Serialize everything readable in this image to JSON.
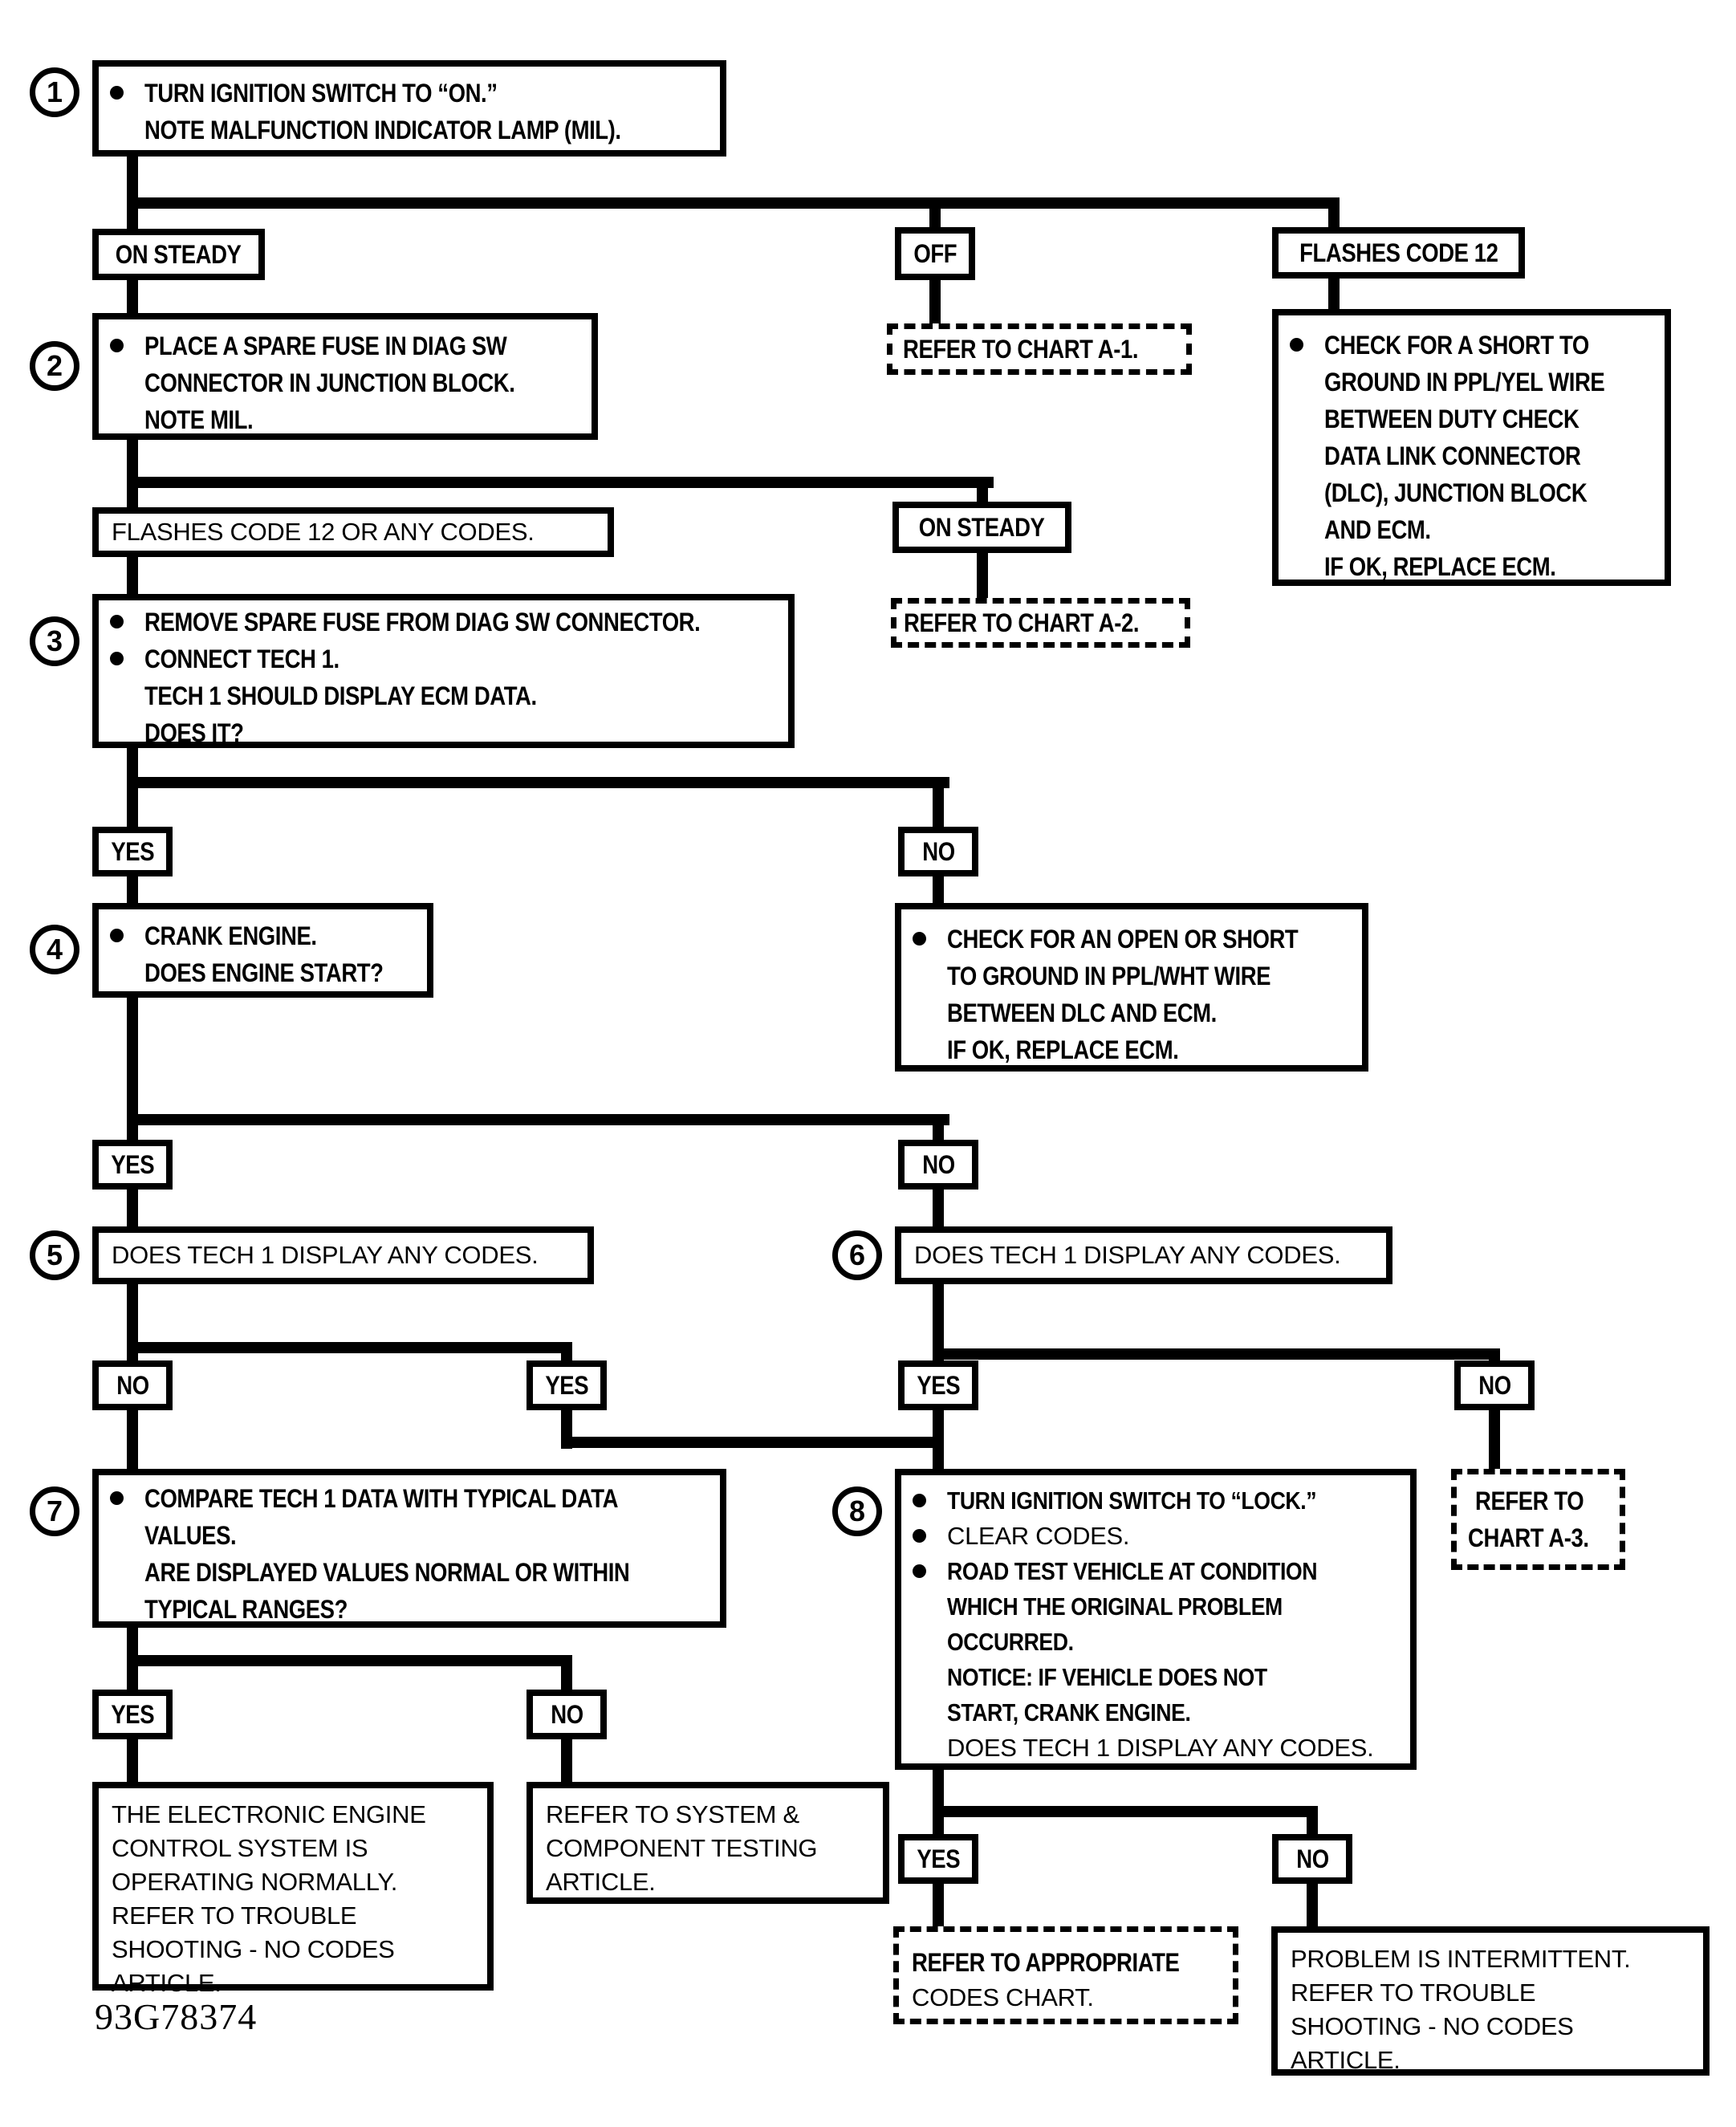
{
  "figure_code": "93G78374",
  "colors": {
    "ink": "#000000",
    "paper": "#ffffff"
  },
  "steps": {
    "s1": "1",
    "s2": "2",
    "s3": "3",
    "s4": "4",
    "s5": "5",
    "s6": "6",
    "s7": "7",
    "s8": "8"
  },
  "labels": {
    "yes": "YES",
    "no": "NO",
    "on_steady": "ON STEADY",
    "off": "OFF",
    "flashes_code_12": "FLASHES CODE 12",
    "flashes_code_12_or_any": "FLASHES CODE 12 OR ANY CODES.",
    "on_steady_2": "ON STEADY"
  },
  "boxes": {
    "step1": {
      "lines": [
        "TURN IGNITION SWITCH TO “ON.”",
        "NOTE MALFUNCTION INDICATOR LAMP (MIL)."
      ]
    },
    "refer_a1": {
      "lines": [
        "REFER TO CHART A-1."
      ]
    },
    "check_short_ground": {
      "lines": [
        "CHECK FOR A SHORT TO",
        "GROUND IN PPL/YEL WIRE",
        "BETWEEN DUTY CHECK",
        "DATA LINK CONNECTOR",
        "(DLC), JUNCTION BLOCK",
        "AND ECM.",
        "IF OK, REPLACE ECM."
      ]
    },
    "step2": {
      "lines": [
        "PLACE A SPARE FUSE IN DIAG SW",
        "CONNECTOR IN JUNCTION BLOCK.",
        "NOTE MIL."
      ]
    },
    "refer_a2": {
      "lines": [
        "REFER TO CHART A-2."
      ]
    },
    "step3": {
      "lines": [
        "REMOVE SPARE FUSE FROM DIAG SW CONNECTOR.",
        "CONNECT TECH 1.",
        "TECH 1 SHOULD DISPLAY ECM DATA.",
        "DOES IT?"
      ]
    },
    "step4": {
      "lines": [
        "CRANK ENGINE.",
        "DOES ENGINE START?"
      ]
    },
    "check_open_short": {
      "lines": [
        "CHECK FOR AN OPEN OR SHORT",
        "TO GROUND IN PPL/WHT WIRE",
        "BETWEEN DLC AND ECM.",
        "IF OK, REPLACE ECM."
      ]
    },
    "step5": {
      "lines": [
        "DOES TECH 1 DISPLAY ANY CODES."
      ]
    },
    "step6": {
      "lines": [
        "DOES TECH 1 DISPLAY ANY CODES."
      ]
    },
    "step7": {
      "lines": [
        "COMPARE TECH 1 DATA WITH TYPICAL DATA",
        "VALUES.",
        "ARE DISPLAYED VALUES NORMAL OR WITHIN",
        "TYPICAL RANGES?"
      ]
    },
    "step8": {
      "lines": [
        "TURN IGNITION SWITCH TO “LOCK.”",
        "CLEAR CODES.",
        "ROAD TEST VEHICLE AT CONDITION",
        "WHICH THE ORIGINAL PROBLEM",
        "OCCURRED.",
        "NOTICE:  IF VEHICLE DOES NOT",
        "START, CRANK ENGINE.",
        "DOES TECH 1 DISPLAY ANY CODES."
      ]
    },
    "refer_a3": {
      "lines": [
        "REFER TO",
        "CHART A-3."
      ]
    },
    "normal_operation": {
      "lines": [
        "THE ELECTRONIC ENGINE",
        "CONTROL SYSTEM IS",
        "OPERATING NORMALLY.",
        "REFER TO TROUBLE",
        "SHOOTING  -  NO CODES",
        "ARTICLE."
      ]
    },
    "system_component": {
      "lines": [
        "REFER TO SYSTEM &",
        "COMPONENT TESTING",
        "ARTICLE."
      ]
    },
    "refer_codes_chart": {
      "lines": [
        "REFER TO APPROPRIATE",
        "CODES CHART."
      ]
    },
    "intermittent": {
      "lines": [
        "PROBLEM IS INTERMITTENT.",
        "REFER TO TROUBLE",
        "SHOOTING  -  NO CODES",
        "ARTICLE."
      ]
    }
  }
}
